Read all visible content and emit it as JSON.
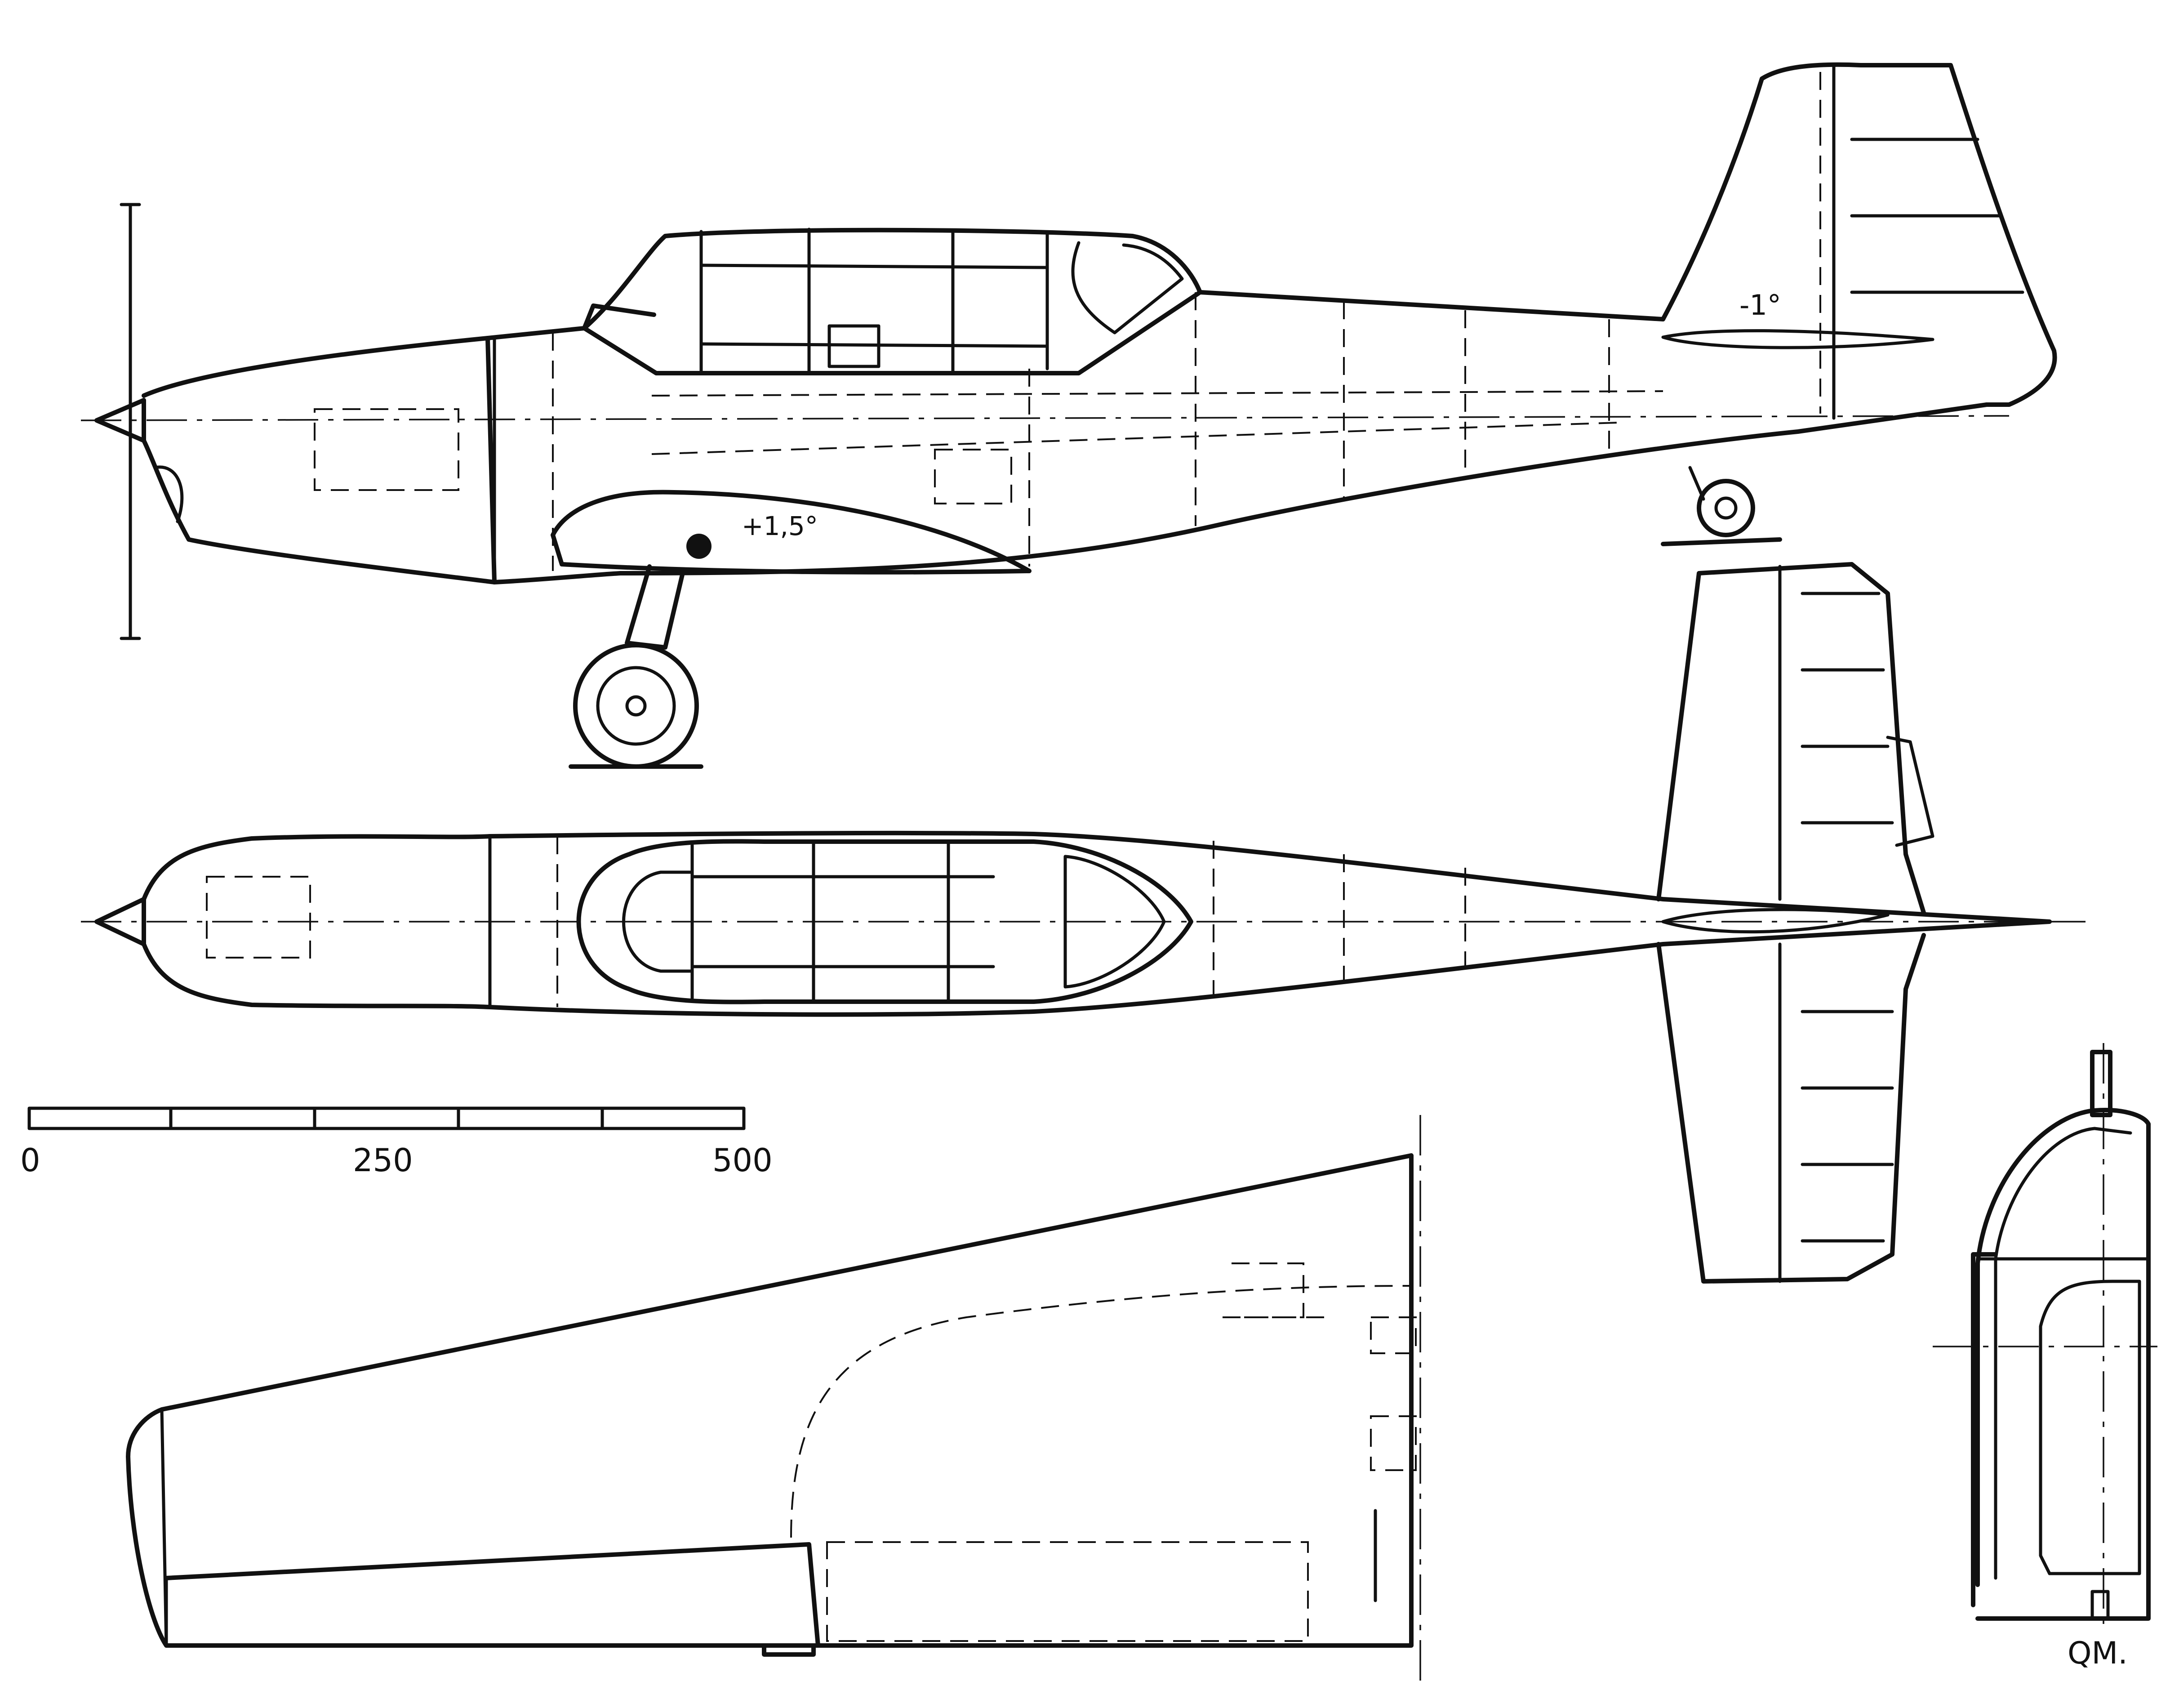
{
  "scale_bar": {
    "start_label": "0",
    "mid_label": "250",
    "end_label": "500"
  },
  "side_view": {
    "tailplane_incidence_label": "-1°",
    "wing_incidence_label": "+1,5°"
  },
  "signature": "QM."
}
